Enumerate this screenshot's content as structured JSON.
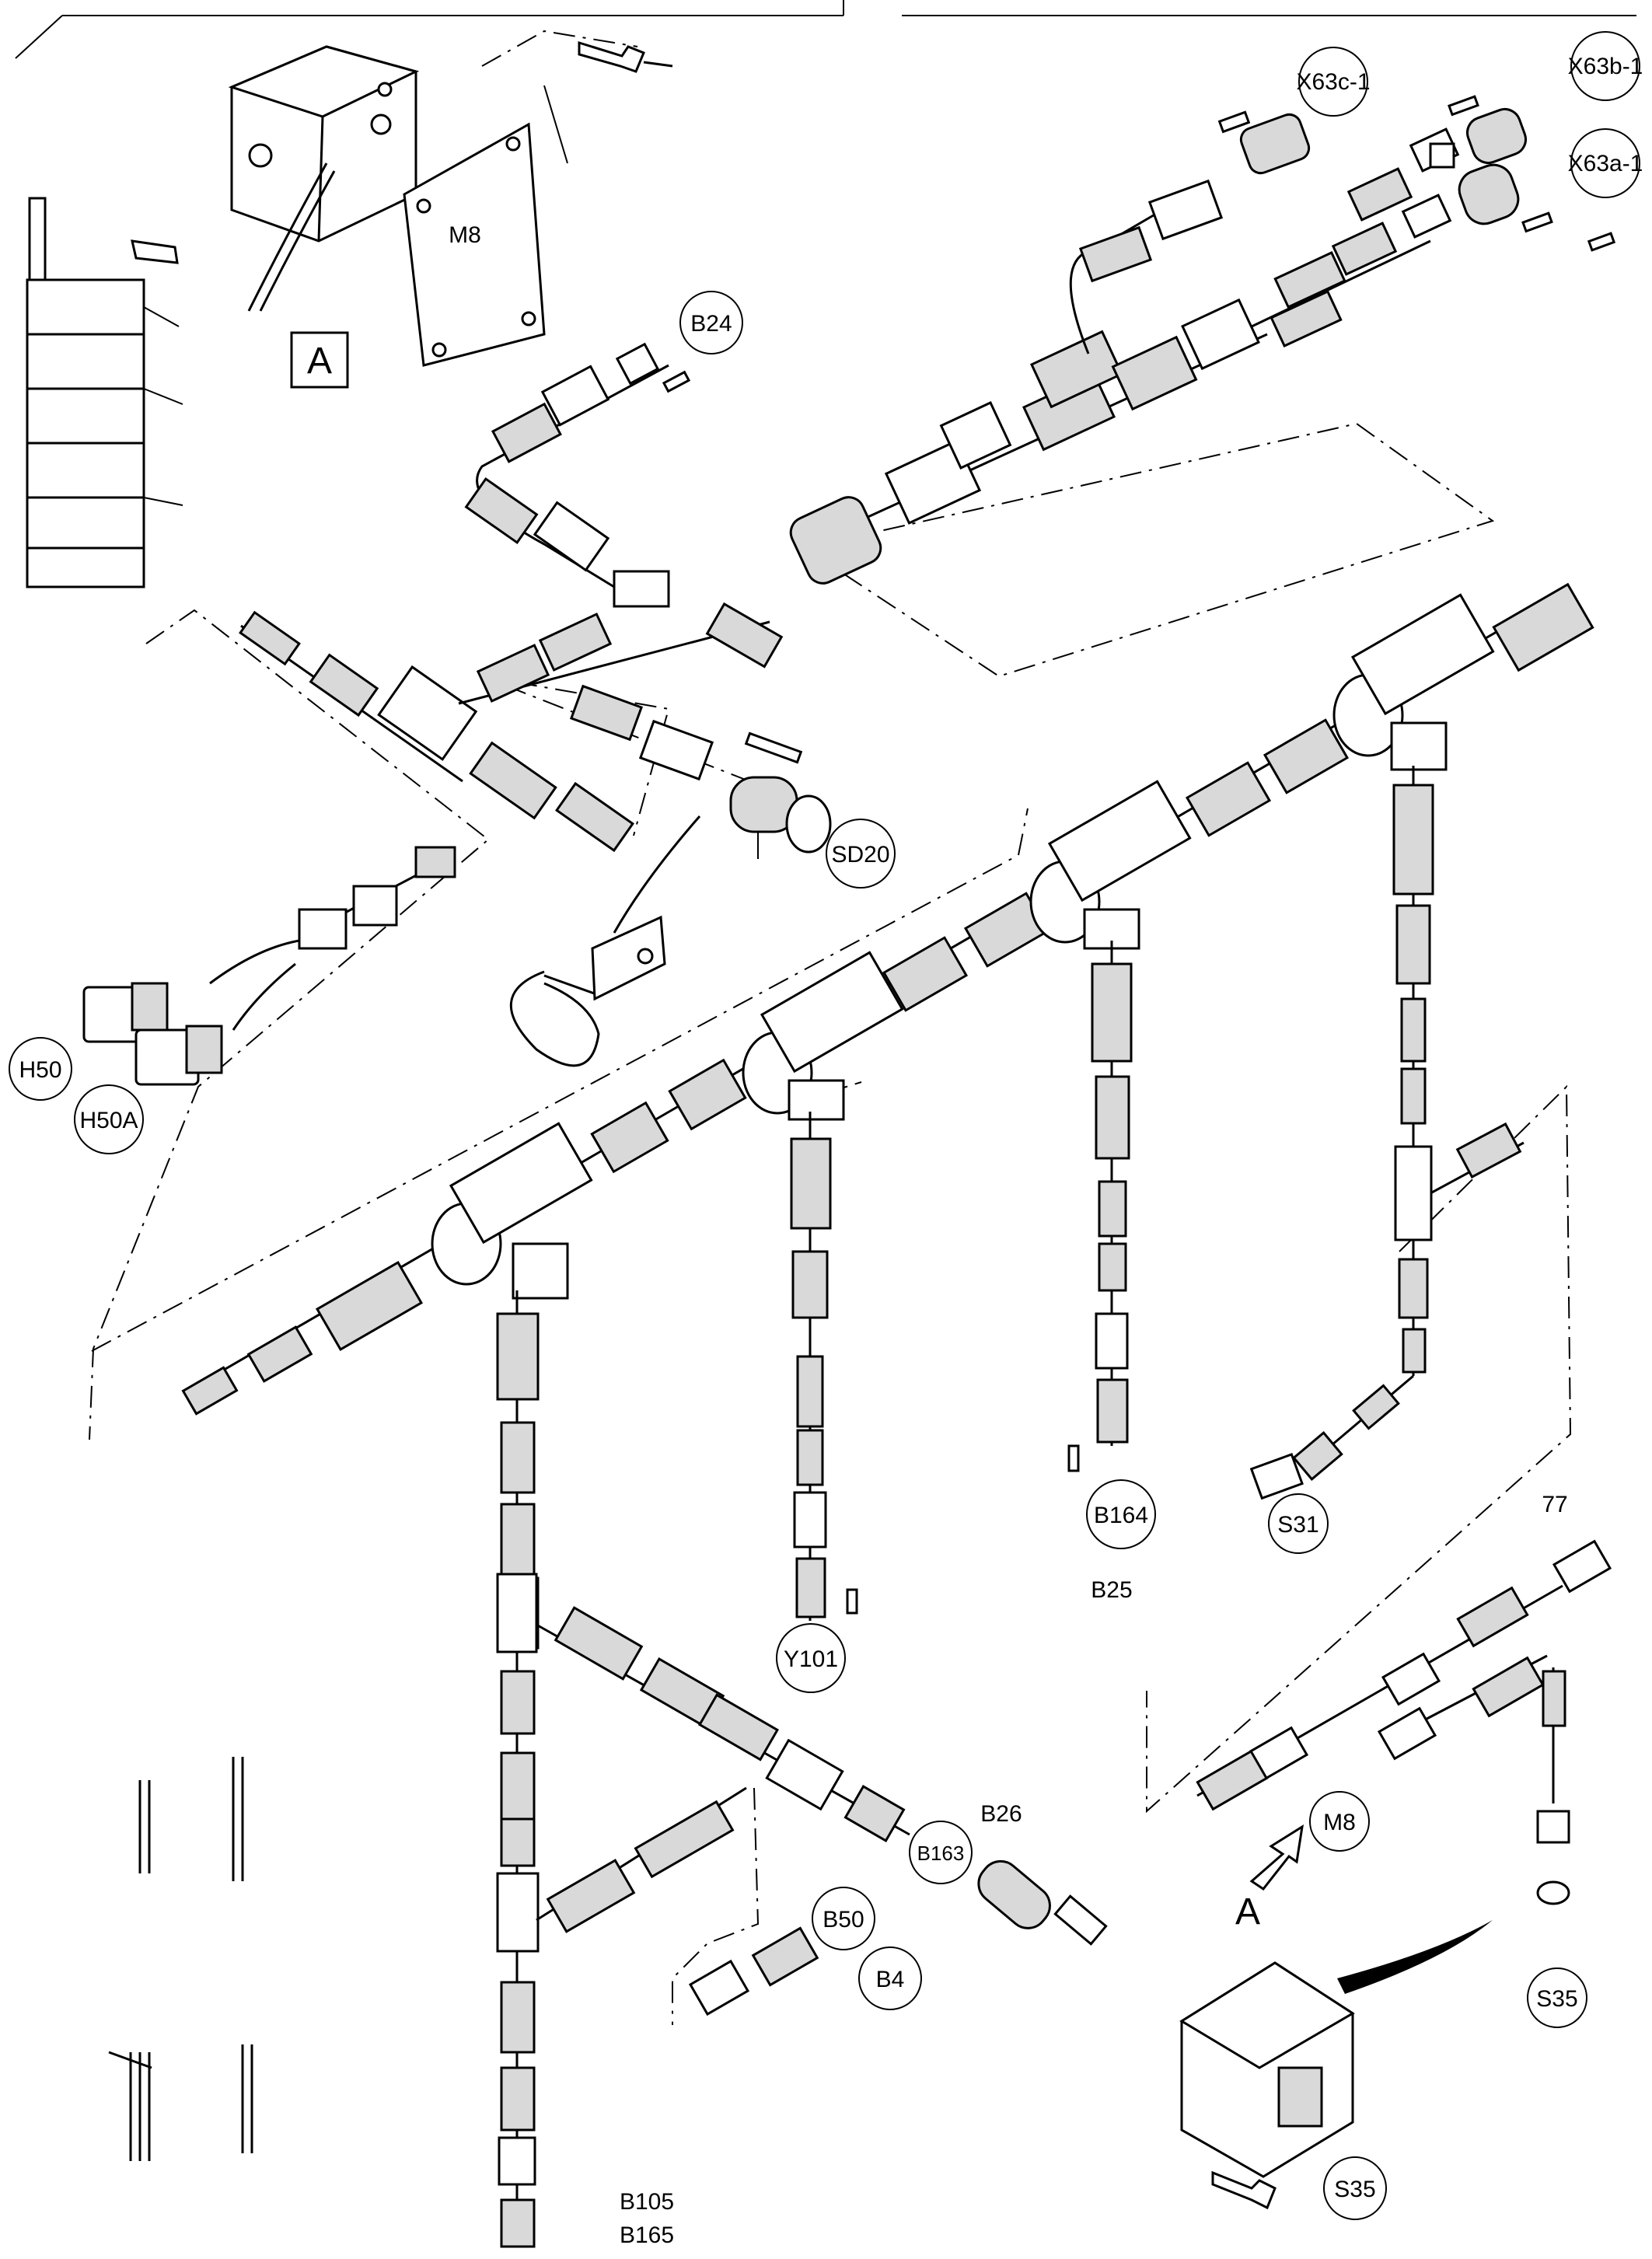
{
  "callouts": {
    "x63c": "X63c-1",
    "x63b": "X63b-1",
    "x63a": "X63a-1",
    "b24": "B24",
    "m8_box": "M8",
    "m8_bottom": "M8",
    "sd20": "SD20",
    "h50": "H50",
    "h50a": "H50A",
    "b164": "B164",
    "s31": "S31",
    "y101": "Y101",
    "b163": "B163",
    "b50": "B50",
    "b4": "B4",
    "s35_top": "S35",
    "s35_bottom": "S35"
  },
  "labels": {
    "detail_a_box": "A",
    "detail_a_arrow": "A",
    "b25": "B25",
    "b26": "B26",
    "n77": "77",
    "b105": "B105",
    "b165": "B165"
  }
}
